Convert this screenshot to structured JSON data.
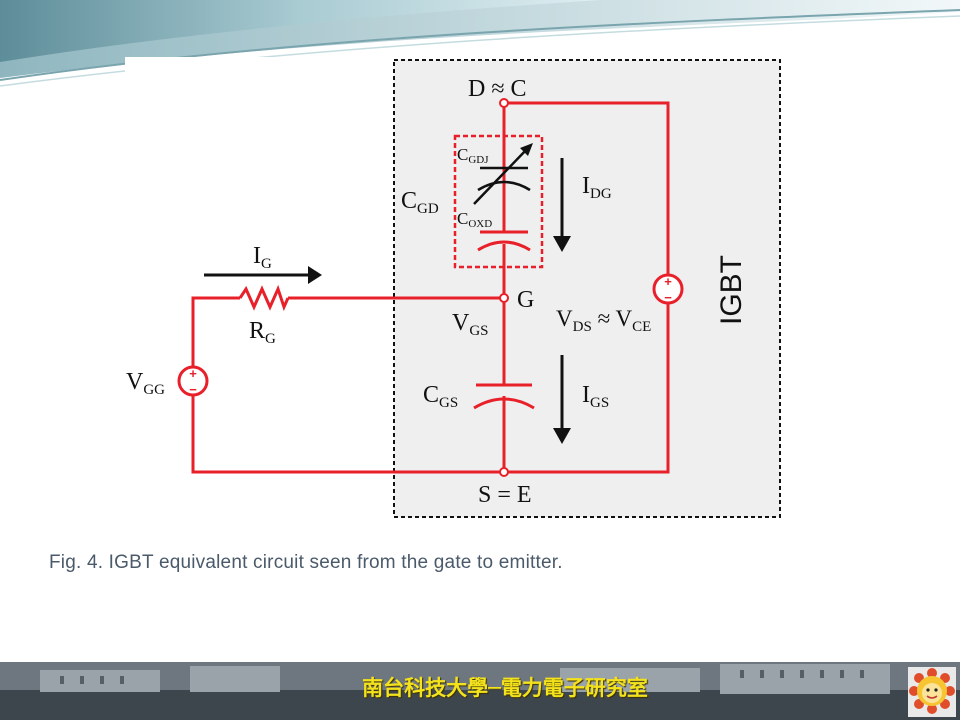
{
  "diagram": {
    "labels": {
      "drain_collector": "D ≈ C",
      "source_emitter": "S = E",
      "gate_node": "G",
      "vgs_main": "V",
      "vgs_sub": "GS",
      "vds_main": "V",
      "vds_sub": "DS",
      "vds_mid": " ≈ V",
      "vds_sub2": "CE",
      "cgd_main": "C",
      "cgd_sub": "GD",
      "cgdj_main": "C",
      "cgdj_sub": "GDJ",
      "coxd_main": "C",
      "coxd_sub": "OXD",
      "cgs_main": "C",
      "cgs_sub": "GS",
      "idg_main": "I",
      "idg_sub": "DG",
      "igs_main": "I",
      "igs_sub": "GS",
      "ig_main": "I",
      "ig_sub": "G",
      "rg_main": "R",
      "rg_sub": "G",
      "vgg_main": "V",
      "vgg_sub": "GG",
      "igbt": "IGBT",
      "plus": "+",
      "minus": "−"
    }
  },
  "caption": "Fig. 4.   IGBT equivalent circuit seen from the gate to emitter.",
  "footer": {
    "title": "南台科技大學─電力電子研究室"
  },
  "colors": {
    "wire": "#e8202a",
    "igbt_box_fill": "#efefef",
    "caption_text": "#4a5a6a",
    "footer_text": "#f4e21c",
    "accent_teal": "#5ea9b5"
  }
}
